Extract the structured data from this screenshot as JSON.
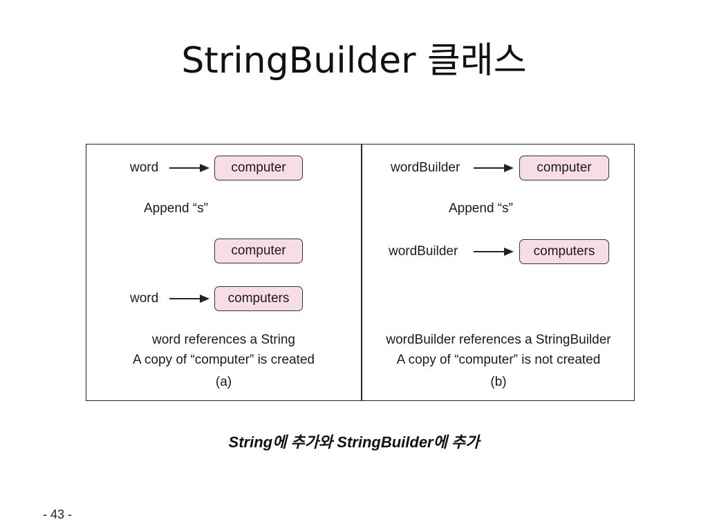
{
  "slide": {
    "title": "StringBuilder 클래스",
    "caption": "String에 추가와  StringBuilder에 추가",
    "page_number": "- 43 -"
  },
  "figure": {
    "panel_a": {
      "ref1_label": "word",
      "box1": "computer",
      "action": "Append “s”",
      "box2": "computer",
      "ref2_label": "word",
      "box3": "computers",
      "desc_line1": "word references a String",
      "desc_line2": "A copy of “computer” is created",
      "panel_label": "(a)"
    },
    "panel_b": {
      "ref1_label": "wordBuilder",
      "box1": "computer",
      "action": "Append “s”",
      "ref2_label": "wordBuilder",
      "box2": "computers",
      "desc_line1": "wordBuilder references a StringBuilder",
      "desc_line2": "A copy of “computer” is not created",
      "panel_label": "(b)"
    },
    "colors": {
      "box_fill": "#f7dde8",
      "box_border": "#333333",
      "arrow": "#222222"
    }
  }
}
